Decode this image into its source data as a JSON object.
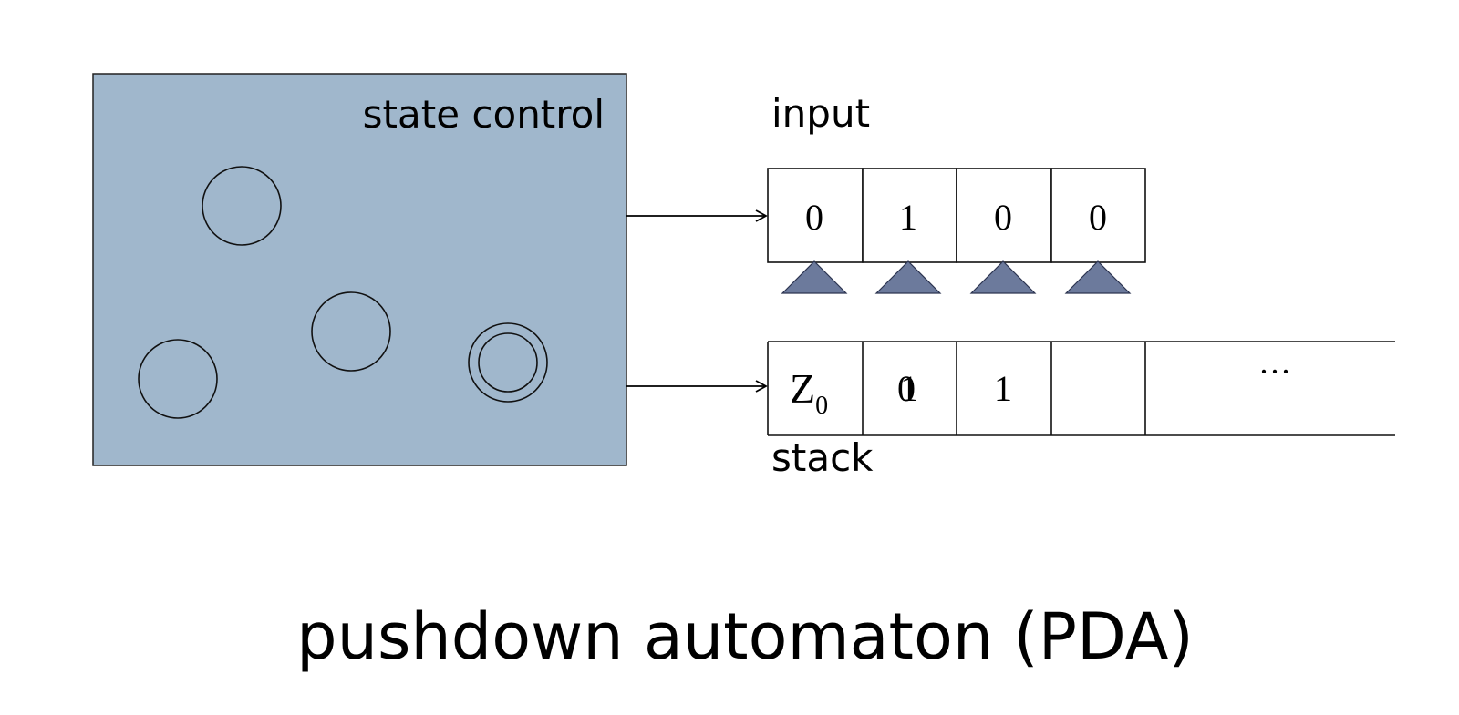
{
  "state_control": {
    "label": "state control",
    "fill_color": "#a0b7cc",
    "states": [
      "state",
      "state",
      "state",
      "accepting state"
    ]
  },
  "input": {
    "label": "input",
    "cells": [
      "0",
      "1",
      "0",
      "0"
    ],
    "pointer_color": "#6c7a9c"
  },
  "stack": {
    "label": "stack",
    "bottom_symbol": "Z",
    "bottom_subscript": "0",
    "cells": [
      "0",
      "1",
      ""
    ],
    "overwritten_marks": [
      "1",
      ""
    ],
    "ellipsis": "···"
  },
  "caption": "pushdown automaton (PDA)"
}
